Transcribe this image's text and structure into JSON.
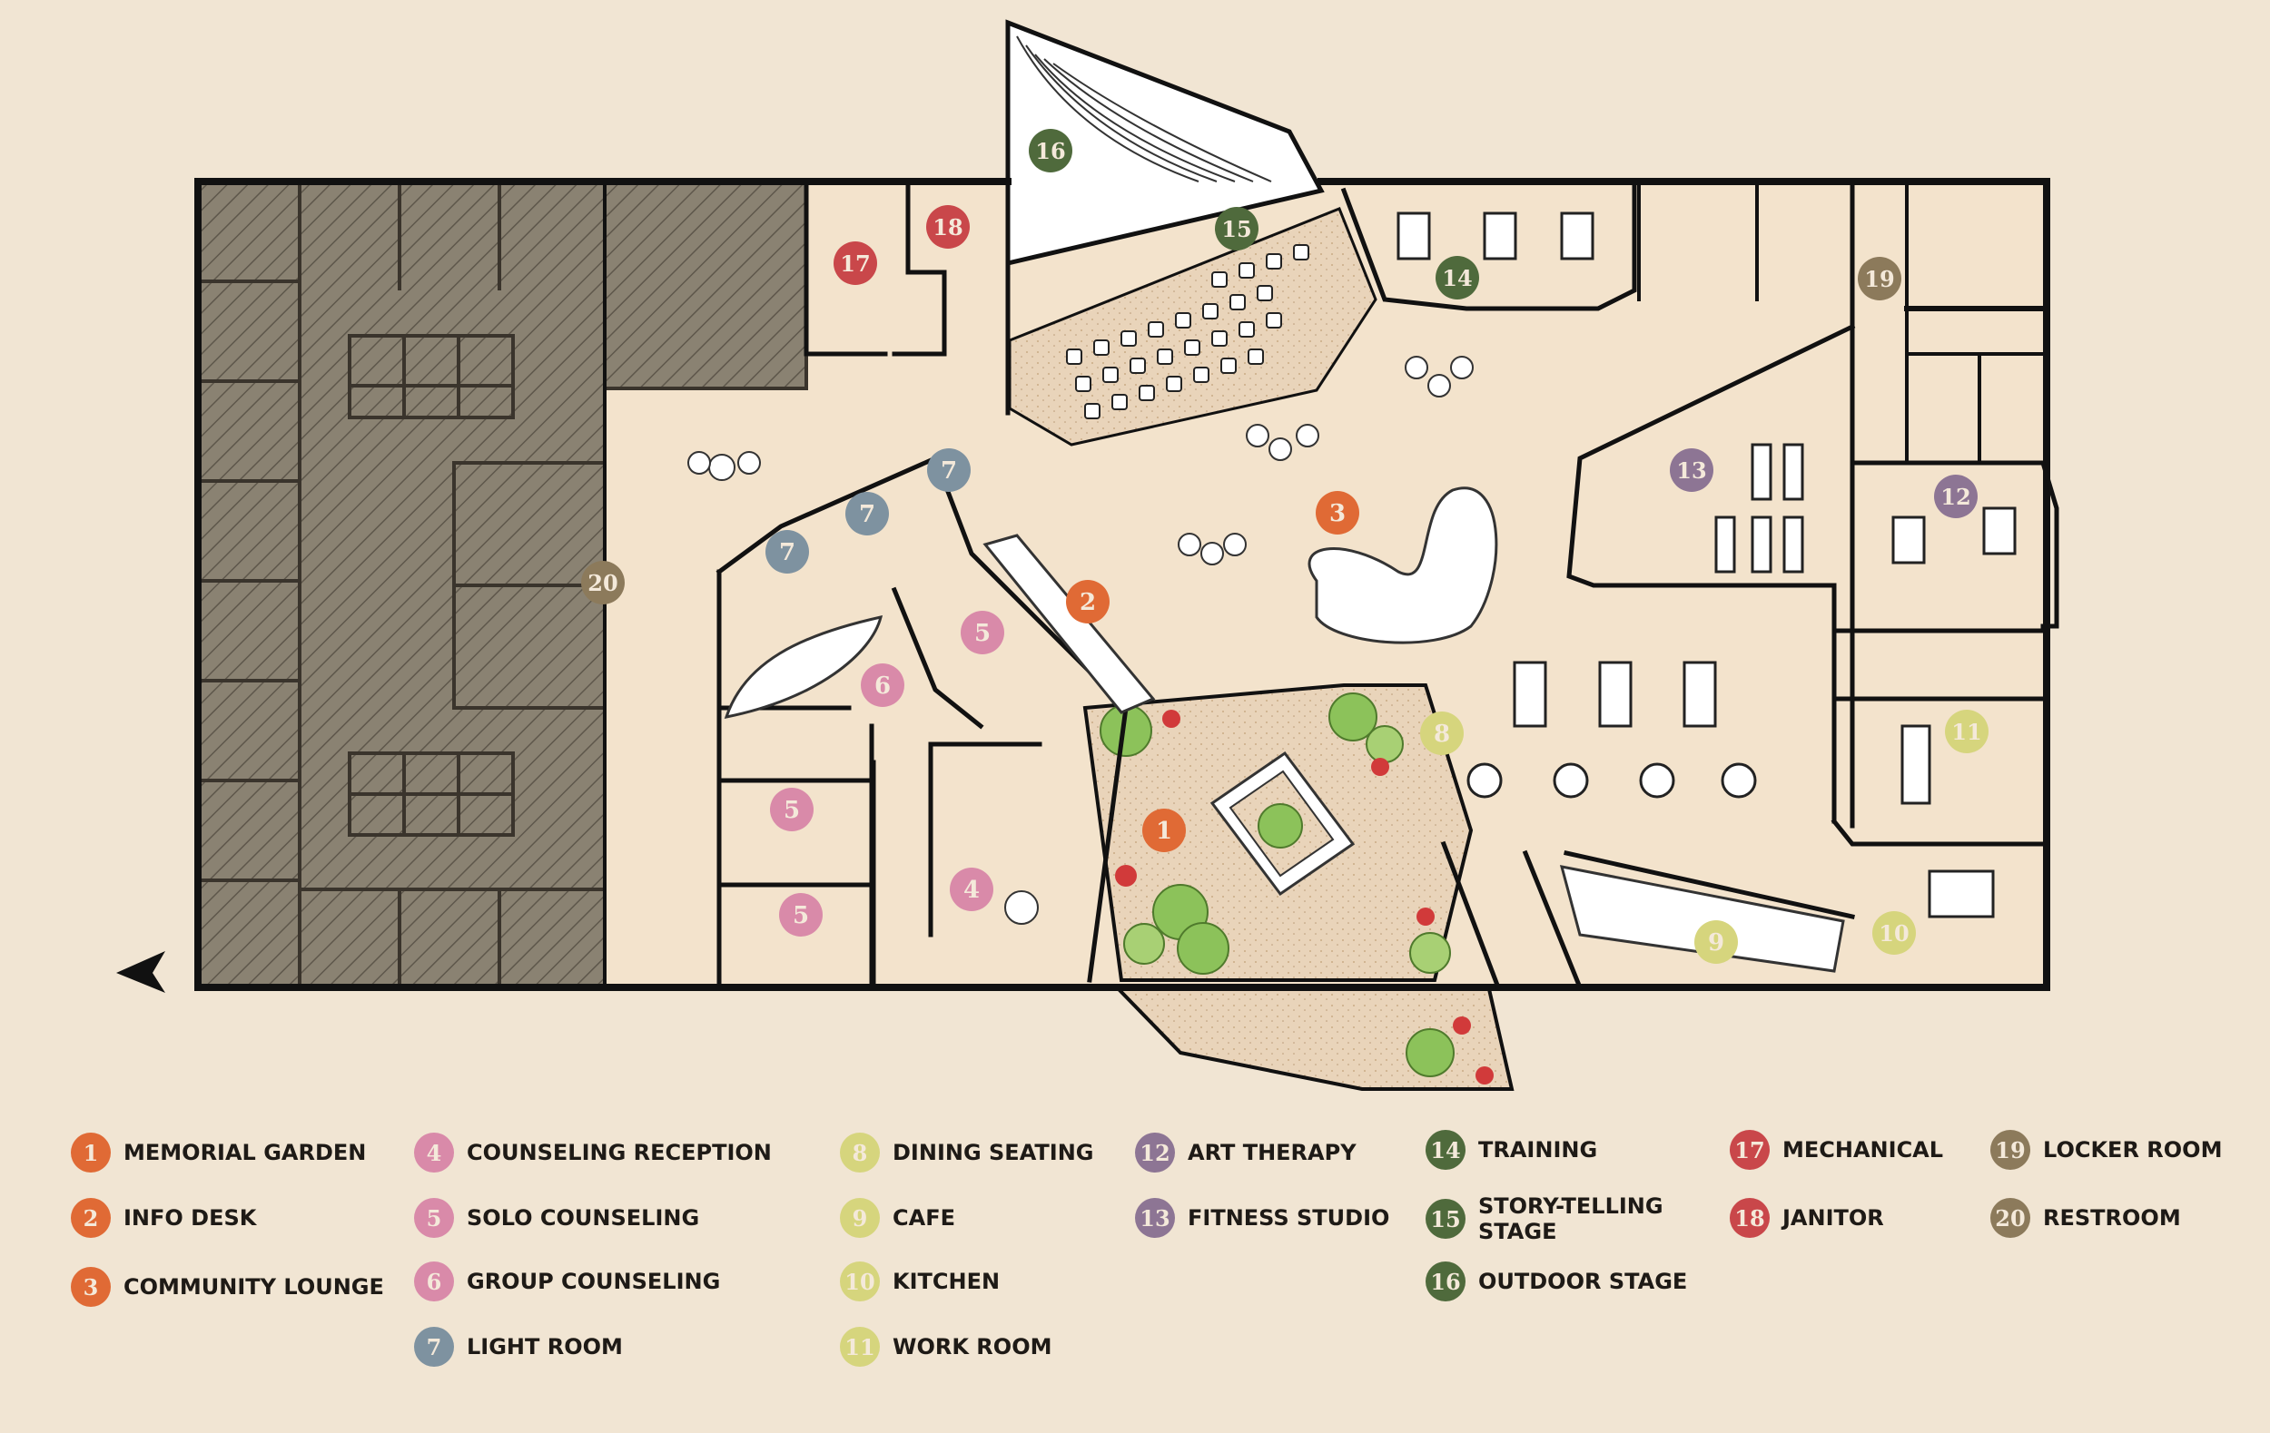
{
  "colors": {
    "background": "#f1e5d3",
    "floor": "#f3e3cc",
    "hatch_block": "#8a8272",
    "wall": "#111111",
    "orange": "#e06a35",
    "pink": "#d98aa9",
    "slate": "#7e92a0",
    "yellow": "#d6d57d",
    "purple": "#8d7594",
    "olive": "#4f6a3c",
    "red": "#c9474a",
    "brown": "#8c7a5b",
    "garden_pave": "#ead6bf",
    "plant_green": "#8cc25a",
    "flower_red": "#d13a3a"
  },
  "legend": [
    {
      "num": "1",
      "label": "MEMORIAL GARDEN",
      "color": "orange"
    },
    {
      "num": "2",
      "label": "INFO DESK",
      "color": "orange"
    },
    {
      "num": "3",
      "label": "COMMUNITY LOUNGE",
      "color": "orange"
    },
    {
      "num": "4",
      "label": "COUNSELING RECEPTION",
      "color": "pink"
    },
    {
      "num": "5",
      "label": "SOLO COUNSELING",
      "color": "pink"
    },
    {
      "num": "6",
      "label": "GROUP COUNSELING",
      "color": "pink"
    },
    {
      "num": "7",
      "label": "LIGHT ROOM",
      "color": "slate"
    },
    {
      "num": "8",
      "label": "DINING SEATING",
      "color": "yellow"
    },
    {
      "num": "9",
      "label": "CAFE",
      "color": "yellow"
    },
    {
      "num": "10",
      "label": "KITCHEN",
      "color": "yellow"
    },
    {
      "num": "11",
      "label": "WORK ROOM",
      "color": "yellow"
    },
    {
      "num": "12",
      "label": "ART THERAPY",
      "color": "purple"
    },
    {
      "num": "13",
      "label": "FITNESS STUDIO",
      "color": "purple"
    },
    {
      "num": "14",
      "label": "TRAINING",
      "color": "olive"
    },
    {
      "num": "15",
      "label": "STORY-TELLING STAGE",
      "color": "olive"
    },
    {
      "num": "16",
      "label": "OUTDOOR STAGE",
      "color": "olive"
    },
    {
      "num": "17",
      "label": "MECHANICAL",
      "color": "red"
    },
    {
      "num": "18",
      "label": "JANITOR",
      "color": "red"
    },
    {
      "num": "19",
      "label": "LOCKER ROOM",
      "color": "brown"
    },
    {
      "num": "20",
      "label": "RESTROOM",
      "color": "brown"
    }
  ],
  "markers": [
    {
      "num": "1",
      "color": "orange"
    },
    {
      "num": "2",
      "color": "orange"
    },
    {
      "num": "3",
      "color": "orange"
    },
    {
      "num": "4",
      "color": "pink"
    },
    {
      "num": "5",
      "color": "pink"
    },
    {
      "num": "5",
      "color": "pink"
    },
    {
      "num": "5",
      "color": "pink"
    },
    {
      "num": "6",
      "color": "pink"
    },
    {
      "num": "7",
      "color": "slate"
    },
    {
      "num": "7",
      "color": "slate"
    },
    {
      "num": "7",
      "color": "slate"
    },
    {
      "num": "8",
      "color": "yellow"
    },
    {
      "num": "9",
      "color": "yellow"
    },
    {
      "num": "10",
      "color": "yellow"
    },
    {
      "num": "11",
      "color": "yellow"
    },
    {
      "num": "12",
      "color": "purple"
    },
    {
      "num": "13",
      "color": "purple"
    },
    {
      "num": "14",
      "color": "olive"
    },
    {
      "num": "15",
      "color": "olive"
    },
    {
      "num": "16",
      "color": "olive"
    },
    {
      "num": "17",
      "color": "red"
    },
    {
      "num": "18",
      "color": "red"
    },
    {
      "num": "19",
      "color": "brown"
    },
    {
      "num": "20",
      "color": "brown"
    }
  ]
}
